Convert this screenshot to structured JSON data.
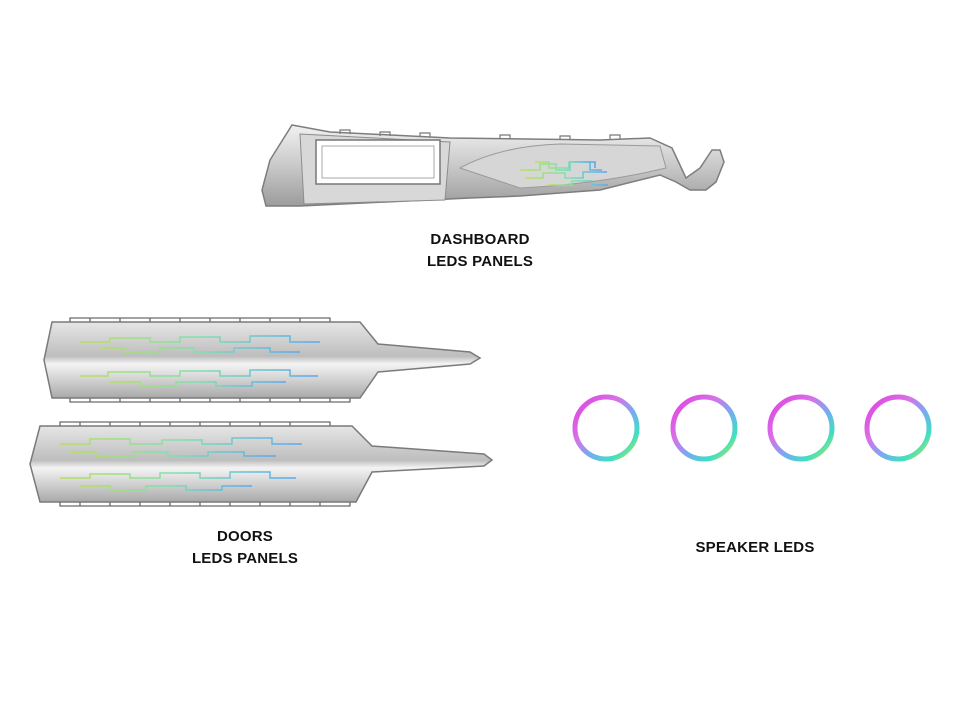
{
  "captions": {
    "dashboard": {
      "line1": "DASHBOARD",
      "line2": "LEDS PANELS"
    },
    "doors": {
      "line1": "DOORS",
      "line2": "LEDS PANELS"
    },
    "speakers": {
      "line1": "SPEAKER LEDS"
    }
  },
  "speaker_rings": {
    "count": 4
  },
  "colors": {
    "panel_silver": "#c8c8c8",
    "panel_edge": "#8a8a8a",
    "led_green": "#9be87a",
    "led_cyan": "#7fd6e8",
    "led_blue": "#6aa8f0",
    "ring_magenta": "#e040e0",
    "ring_yellow": "#d8e040",
    "ring_cyan": "#40d8e8"
  }
}
